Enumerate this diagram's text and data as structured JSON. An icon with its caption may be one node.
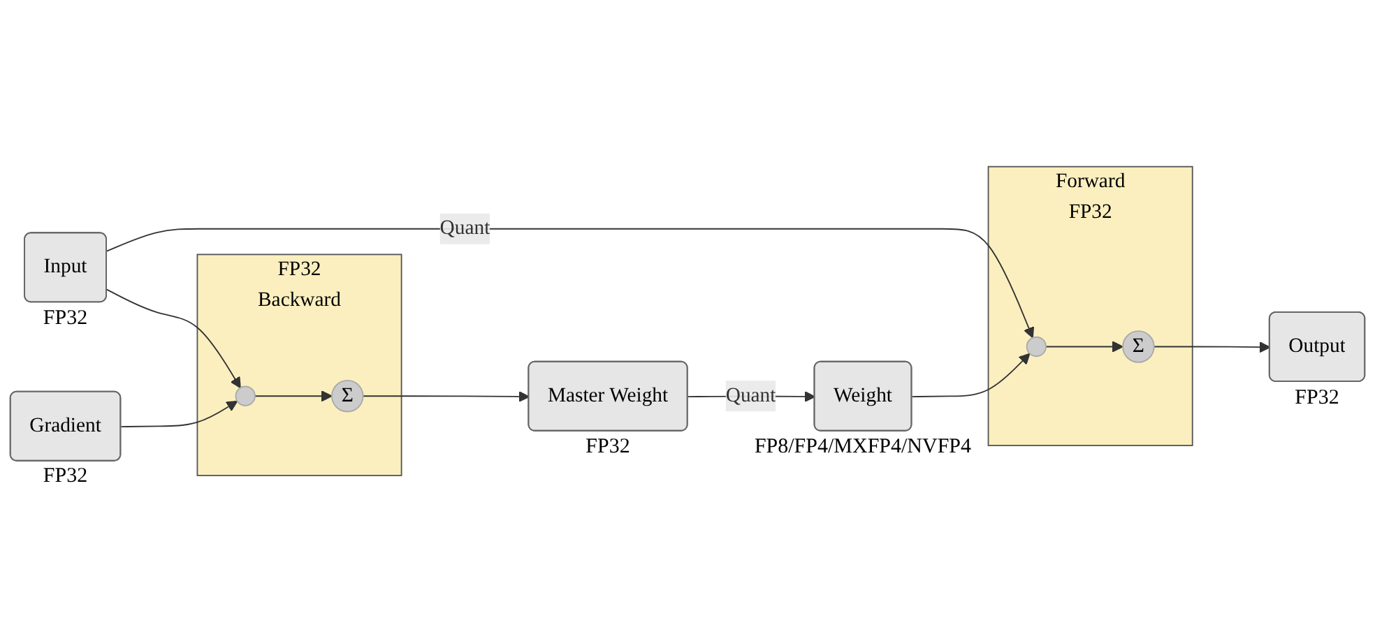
{
  "diagram": {
    "nodes": [
      {
        "text": [
          "Input"
        ],
        "beside": [
          "FP32"
        ]
      },
      {
        "text": [
          "Forward",
          "FP32"
        ]
      },
      {
        "text": [],
        "shape": "circle",
        "in": 1
      },
      {
        "text": [
          "Σ"
        ],
        "in": 1
      },
      {
        "text": [
          "Output"
        ],
        "beside": [
          "FP32"
        ]
      },
      {
        "text": [
          "Weight"
        ],
        "beside": [
          "FP8/FP4/MXFP4/NVFP4"
        ]
      },
      {
        "text": [
          "FP32",
          "Backward"
        ]
      },
      {
        "text": [],
        "shape": "circle",
        "in": 6
      },
      {
        "text": [
          "Σ"
        ],
        "in": 6
      },
      {
        "text": [
          "Gradient"
        ],
        "beside": [
          "FP32"
        ]
      },
      {
        "text": [
          "Master Weight"
        ],
        "beside": [
          "FP32"
        ]
      }
    ],
    "edges": [
      {
        "from": 0,
        "to": 2,
        "arrow": "to",
        "label": "Quant"
      },
      {
        "from": 2,
        "to": 3,
        "arrow": "to"
      },
      {
        "from": 3,
        "to": 4,
        "arrow": "to"
      },
      {
        "from": 5,
        "to": 2,
        "arrow": "to"
      },
      {
        "from": 0,
        "to": 7,
        "arrow": "to"
      },
      {
        "from": 9,
        "to": 7,
        "arrow": "to"
      },
      {
        "from": 7,
        "to": 8,
        "arrow": "to"
      },
      {
        "from": 8,
        "to": 10,
        "arrow": "to"
      },
      {
        "from": 10,
        "to": 5,
        "arrow": "to",
        "label": "Quant"
      }
    ]
  }
}
